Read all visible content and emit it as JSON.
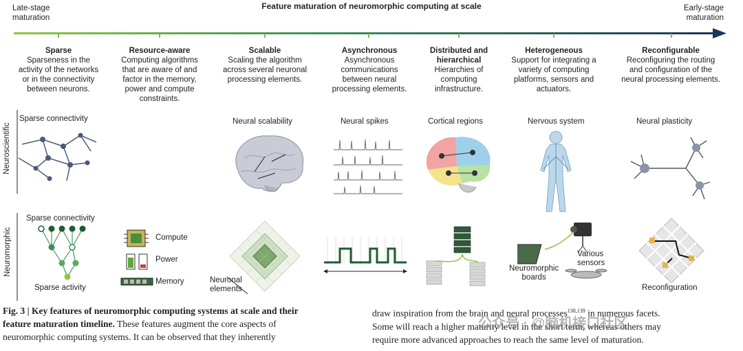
{
  "header": {
    "title": "Feature maturation of neuromorphic computing at scale",
    "left_label": [
      "Late-stage",
      "maturation"
    ],
    "right_label": [
      "Early-stage",
      "maturation"
    ]
  },
  "features": [
    {
      "name": "Sparse",
      "desc": [
        "Sparseness in the",
        "activity of the networks",
        "or in the connectivity",
        "between neurons."
      ]
    },
    {
      "name": "Resource-aware",
      "desc": [
        "Computing algorithms",
        "that are aware of and",
        "factor in the memory,",
        "power and compute",
        "constraints."
      ]
    },
    {
      "name": "Scalable",
      "desc": [
        "Scaling the algorithm",
        "across several neuronal",
        "processing elements."
      ]
    },
    {
      "name": "Asynchronous",
      "desc": [
        "Asynchronous",
        "communications",
        "between neural",
        "processing elements."
      ]
    },
    {
      "name": "Distributed and",
      "name2": "hierarchical",
      "desc": [
        "Hierarchies of",
        "computing",
        "infrastructure."
      ]
    },
    {
      "name": "Heterogeneous",
      "desc": [
        "Support for integrating a",
        "variety of computing",
        "platforms, sensors and",
        "actuators."
      ]
    },
    {
      "name": "Reconfigurable",
      "desc": [
        "Reconfiguring the routing",
        "and configuration of the",
        "neural processing elements."
      ]
    }
  ],
  "rows": {
    "neuro": "Neuroscientific",
    "morph": "Neuromorphic"
  },
  "neuro_labels": [
    "Sparse connectivity",
    "Neural scalability",
    "Neural spikes",
    "Cortical regions",
    "Nervous system",
    "Neural plasticity"
  ],
  "morph_labels": {
    "sparse_conn": "Sparse connectivity",
    "sparse_act": "Sparse activity",
    "compute": "Compute",
    "power": "Power",
    "memory": "Memory",
    "neuronal": [
      "Neuronal",
      "elements"
    ],
    "boards": [
      "Neuromorphic",
      "boards"
    ],
    "sensors": [
      "Various",
      "sensors"
    ],
    "reconf": "Reconfiguration"
  },
  "caption": {
    "fig": "Fig. 3 | Key features of neuromorphic computing systems at scale and their",
    "fig2": "feature maturation timeline.",
    "text1": " These features augment the core aspects of",
    "line3": "neuromorphic computing systems. It can be observed that they inherently",
    "r1": "draw inspiration from the brain and neural processes",
    "r1sup": "138,139",
    "r1b": " in numerous facets.",
    "r2": "Some will reach a higher maturity level in the short term, whereas others may",
    "r3": "require more advanced approaches to reach the same level of maturation."
  },
  "watermark": "公众号 · @脑机接口社区",
  "colors": {
    "green_light": "#8dc63f",
    "green_dark": "#1f5c2e",
    "arrow_end": "#1d3557"
  }
}
